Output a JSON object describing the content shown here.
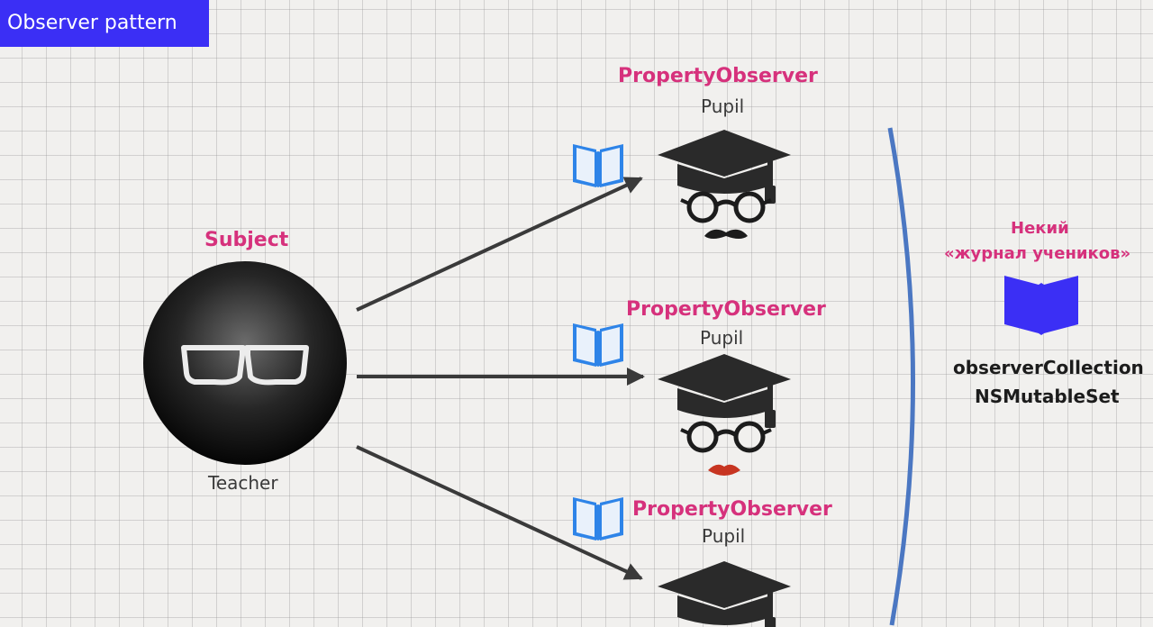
{
  "header": {
    "title": "Observer pattern"
  },
  "subject": {
    "role": "Subject",
    "name": "Teacher"
  },
  "observers": [
    {
      "role": "PropertyObserver",
      "name": "Pupil"
    },
    {
      "role": "PropertyObserver",
      "name": "Pupil"
    },
    {
      "role": "PropertyObserver",
      "name": "Pupil"
    }
  ],
  "registry": {
    "title_line1": "Некий",
    "title_line2": "«журнал учеников»",
    "collection_name": "observerCollection",
    "collection_type": "NSMutableSet"
  },
  "colors": {
    "accent": "#3b2ff5",
    "label_magenta": "#d6317c",
    "book_blue": "#2e84e8",
    "registry_book": "#3b2ff5",
    "bracket": "#4b77c2",
    "arrow": "#3a3a3a"
  },
  "icons": [
    "glasses-icon",
    "book-icon",
    "graduation-cap-icon",
    "round-glasses-icon",
    "mustache-icon",
    "lips-icon"
  ]
}
